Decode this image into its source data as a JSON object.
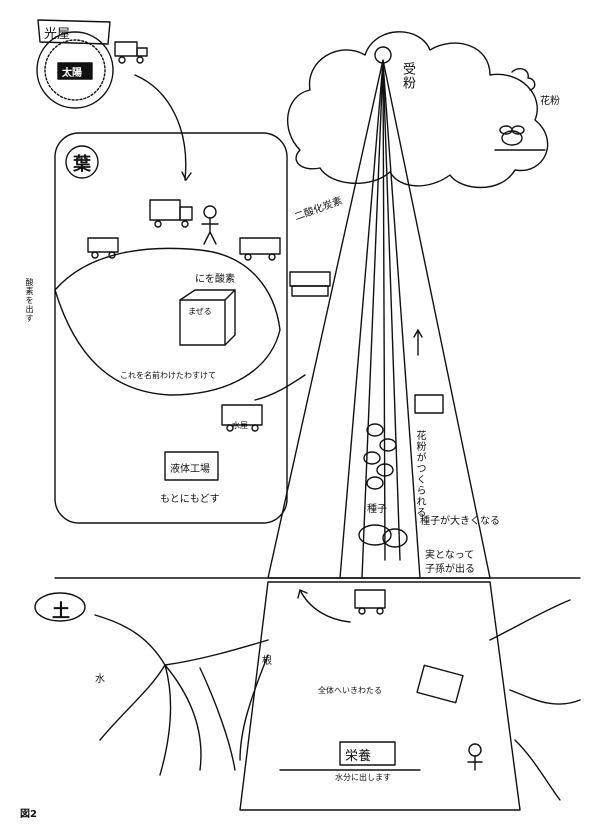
{
  "labels": {
    "light_shop": "光屋",
    "sun": "太陽",
    "leaf": "葉",
    "pollination": "受粉",
    "pollen": "花粉",
    "carbon_dioxide": "二酸化炭素",
    "release_oxygen": "酸素を出す",
    "make_oxygen": "にを酸素",
    "mixing": "まぜる",
    "factory_note": "これを名前わけたわすけて",
    "water_shop": "水屋",
    "liquid_factory": "液体工場",
    "back_to_origin": "もとにもどす",
    "pollen_made": "花粉がつくられる",
    "seed": "種子",
    "seed_grows": "種子が大きくなる",
    "becomes_fruit": "実となって",
    "become_seed": "子孫が出る",
    "soil": "土",
    "water": "水",
    "root": "根",
    "nutrient": "栄養",
    "nutrient_store": "全体へいきわたる",
    "water_to_whole": "水分に出します",
    "figure": "図2"
  },
  "icons": [
    "truck-icon",
    "person-icon",
    "flower-icon",
    "bee-icon",
    "cloud-icon",
    "sun-icon"
  ]
}
